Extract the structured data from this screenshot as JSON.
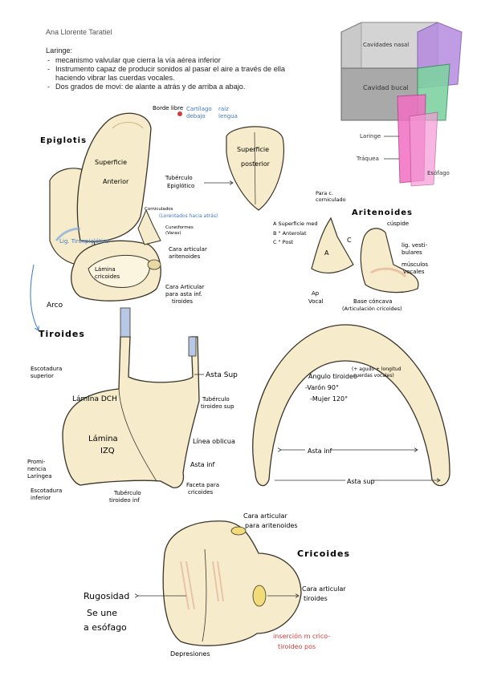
{
  "author": "Ana Llorente Taratiel",
  "notes": {
    "title": "Laringe:",
    "items": [
      "mecanismo valvular que cierra la vía aérea inferior",
      "Instrumento capaz de producir sonidos al pasar el aire a través de ella haciendo vibrar las cuerdas vocales.",
      "Dos grados de movi: de alante a atrás y de arriba a abajo."
    ]
  },
  "inset": {
    "nasal": "Cavidades nasal",
    "bucal": "Cavidad bucal",
    "laringe": "Laringe",
    "traquea": "Tráquea",
    "esofago": "Esófago"
  },
  "epiglotis": {
    "title": "Epiglotis",
    "borde_libre": "Borde libre",
    "sup_anterior_1": "Superficie",
    "sup_anterior_2": "Anterior",
    "ligamento": "Lig. Tiroepiglótico",
    "cartilago_1": "Cartílago",
    "cartilago_2": "debajo",
    "raiz_1": "raíz",
    "raiz_2": "lengua",
    "sup_posterior_1": "Superficie",
    "sup_posterior_2": "posterior",
    "tuberculo_1": "Tubérculo",
    "tuberculo_2": "Epiglótico",
    "corniculados": "Corniculados",
    "corniculados_sub": "(Lorentados hacia atrás)",
    "cuneiformes_1": "Cuneiformes",
    "cuneiformes_2": "(Varas)",
    "lamina_1": "Lámina",
    "lamina_2": "cricoides",
    "cara_art_ari_1": "Cara articular",
    "cara_art_ari_2": "aritenoides",
    "cara_art_asta_1": "Cara Articular",
    "cara_art_asta_2": "para asta inf.",
    "cara_art_asta_3": "tiroides",
    "arco": "Arco"
  },
  "aritenoides": {
    "title": "Aritenoides",
    "para_corniculado_1": "Para c.",
    "para_corniculado_2": "corniculado",
    "cuspide": "cúspide",
    "sup_med": "A Superficie med",
    "sup_ant": "B \" Anterolat",
    "sup_post": "C \" Post",
    "lig_vest_1": "lig. vesti-",
    "lig_vest_2": "bulares",
    "musculos_1": "músculos",
    "musculos_2": "vocales",
    "ap_vocal_1": "Ap",
    "ap_vocal_2": "Vocal",
    "base_1": "Base cóncava",
    "base_2": "(Articulación cricoides)",
    "label_a": "A",
    "label_c": "C"
  },
  "tiroides": {
    "title": "Tiroides",
    "escotadura_sup_1": "Escotadura",
    "escotadura_sup_2": "superior",
    "lamina_dch": "Lámina DCH",
    "lamina_izq_1": "Lámina",
    "lamina_izq_2": "IZQ",
    "prominencia_1": "Promi-",
    "prominencia_2": "nencia",
    "prominencia_3": "Laríngea",
    "escotadura_inf_1": "Escotadura",
    "escotadura_inf_2": "inferior",
    "tuberculo_inf_1": "Tubérculo",
    "tuberculo_inf_2": "tiroideo inf",
    "asta_sup": "Asta Sup",
    "tuberculo_sup_1": "Tubérculo",
    "tuberculo_sup_2": "tiroideo sup",
    "linea_oblicua": "Línea oblicua",
    "asta_inf": "Asta inf",
    "faceta_1": "Faceta para",
    "faceta_2": "cricoides",
    "angulo_title": "Angulo tiroideo",
    "angulo_note_1": "(+ agudo + longitud",
    "angulo_note_2": "cuerdas vocales)",
    "varon": "-Varón 90°",
    "mujer": "-Mujer 120°",
    "asta_inf_top": "Asta inf",
    "asta_sup_top": "Asta sup"
  },
  "cricoides": {
    "title": "Cricoides",
    "cara_ari_1": "Cara articular",
    "cara_ari_2": "para aritenoides",
    "rugosidad": "Rugosidad",
    "se_une_1": "Se une",
    "se_une_2": "a esófago",
    "cara_tir_1": "Cara articular",
    "cara_tir_2": "tiroides",
    "depresiones": "Depresiones",
    "insercion_1": "inserción m crico-",
    "insercion_2": "tiroideo pos"
  },
  "colors": {
    "cartilage": "#f6eccb",
    "cartilage_stroke": "#3a3328",
    "shade": "#e8d8a4",
    "blue": "#3a78c8",
    "red": "#d23b3b",
    "gray_box": "#b9b9b9",
    "purple": "#b68be0",
    "green": "#7fd3a3",
    "pink": "#f26fc2"
  }
}
